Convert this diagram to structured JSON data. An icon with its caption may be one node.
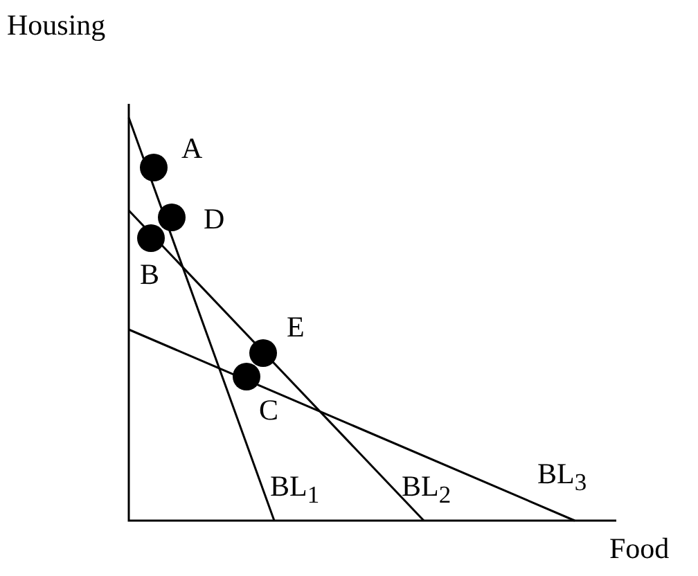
{
  "diagram": {
    "labels": [
      "Housing",
      "A",
      "D",
      "B",
      "E",
      "C",
      "BL$_{1}$",
      "BL$_{2}$",
      "BL$_{3}$",
      "Food"
    ]
  }
}
